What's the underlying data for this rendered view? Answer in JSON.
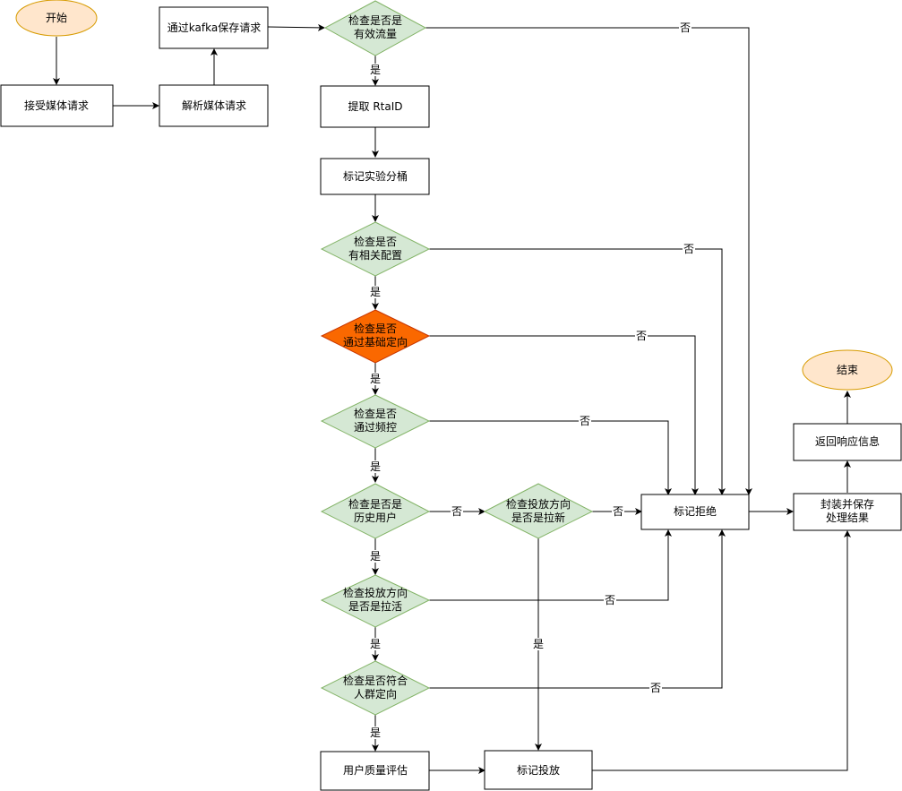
{
  "nodes": {
    "start": "开始",
    "end": "结束",
    "receive": "接受媒体请求",
    "parse": "解析媒体请求",
    "kafka": "通过kafka保存请求",
    "valid_1": "检查是否是",
    "valid_2": "有效流量",
    "rtaid": "提取 RtaID",
    "bucket": "标记实验分桶",
    "config_1": "检查是否",
    "config_2": "有相关配置",
    "basic_1": "检查是否",
    "basic_2": "通过基础定向",
    "freq_1": "检查是否",
    "freq_2": "通过频控",
    "hist_1": "检查是否是",
    "hist_2": "历史用户",
    "new_1": "检查投放方向",
    "new_2": "是否是拉新",
    "active_1": "检查投放方向",
    "active_2": "是否是拉活",
    "crowd_1": "检查是否符合",
    "crowd_2": "人群定向",
    "quality": "用户质量评估",
    "reject": "标记拒绝",
    "deliver": "标记投放",
    "package_1": "封装并保存",
    "package_2": "处理结果",
    "response": "返回响应信息"
  },
  "edge_labels": {
    "yes": "是",
    "no": "否"
  },
  "colors": {
    "diamond_fill": "#d5e8d4",
    "diamond_stroke": "#82b366",
    "highlight_fill": "#fa6800",
    "ellipse_fill": "#ffe6cc",
    "ellipse_stroke": "#d79b00"
  }
}
